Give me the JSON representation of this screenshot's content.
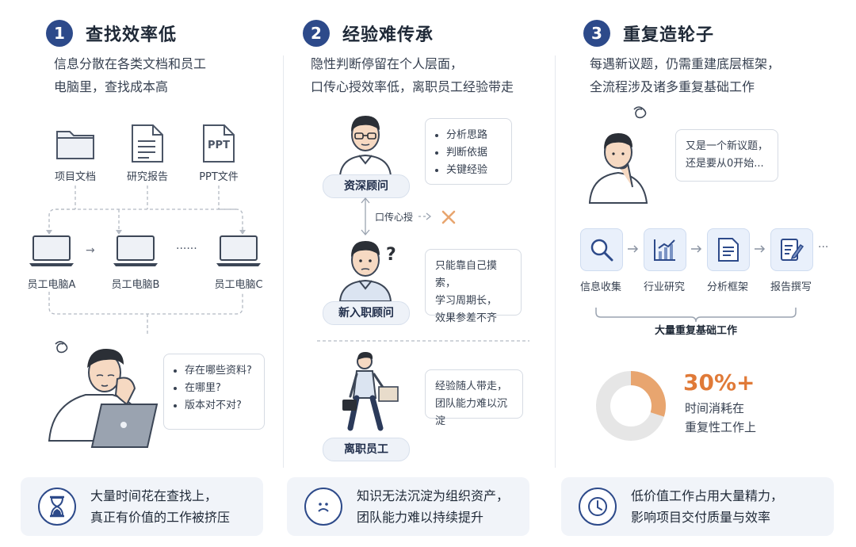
{
  "col1": {
    "number": "1",
    "title": "查找效率低",
    "desc_line1": "信息分散在各类文档和员工",
    "desc_line2": "电脑里，查找成本高",
    "docs": [
      {
        "label": "项目文档",
        "icon": "folder-icon"
      },
      {
        "label": "研究报告",
        "icon": "document-icon"
      },
      {
        "label": "PPT文件",
        "icon": "ppt-file-icon",
        "icon_text": "PPT"
      }
    ],
    "computers": [
      "员工电脑A",
      "员工电脑B",
      "员工电脑C"
    ],
    "arrow_between": "→",
    "ellipsis": "······",
    "questions": [
      "存在哪些资料?",
      "在哪里?",
      "版本对不对?"
    ],
    "card_line1": "大量时间花在查找上，",
    "card_line2": "真正有价值的工作被挤压",
    "card_icon": "hourglass-icon"
  },
  "col2": {
    "number": "2",
    "title": "经验难传承",
    "desc_line1": "隐性判断停留在个人层面，",
    "desc_line2": "口传心授效率低，离职员工经验带走",
    "senior_label": "资深顾问",
    "senior_points": [
      "分析思路",
      "判断依据",
      "关键经验"
    ],
    "transfer_label": "口传心授",
    "new_label": "新入职顾问",
    "new_line1": "只能靠自己摸索，",
    "new_line2": "学习周期长，",
    "new_line3": "效果参差不齐",
    "leave_label": "离职员工",
    "leave_line1": "经验随人带走，",
    "leave_line2": "团队能力难以沉淀",
    "card_line1": "知识无法沉淀为组织资产，",
    "card_line2": "团队能力难以持续提升",
    "card_icon": "sad-face-icon"
  },
  "col3": {
    "number": "3",
    "title": "重复造轮子",
    "desc_line1": "每遇新议题，仍需重建底层框架，",
    "desc_line2": "全流程涉及诸多重复基础工作",
    "thought_line1": "又是一个新议题，",
    "thought_line2": "还是要从0开始...",
    "steps": [
      {
        "label": "信息收集",
        "icon": "magnifier-icon"
      },
      {
        "label": "行业研究",
        "icon": "bar-chart-icon"
      },
      {
        "label": "分析框架",
        "icon": "report-icon"
      },
      {
        "label": "报告撰写",
        "icon": "pen-note-icon"
      }
    ],
    "steps_ellipsis": "···",
    "bracket_label": "大量重复基础工作",
    "percent": "30%+",
    "percent_fraction": 0.3,
    "percent_desc_line1": "时间消耗在",
    "percent_desc_line2": "重复性工作上",
    "card_line1": "低价值工作占用大量精力，",
    "card_line2": "影响项目交付质量与效率",
    "card_icon": "clock-icon"
  },
  "colors": {
    "navy": "#2d4a8a",
    "accent_orange": "#e8a56f",
    "donut_gray": "#e6e6e6",
    "percent_orange": "#e07a38",
    "card_bg": "#f1f4f9"
  }
}
